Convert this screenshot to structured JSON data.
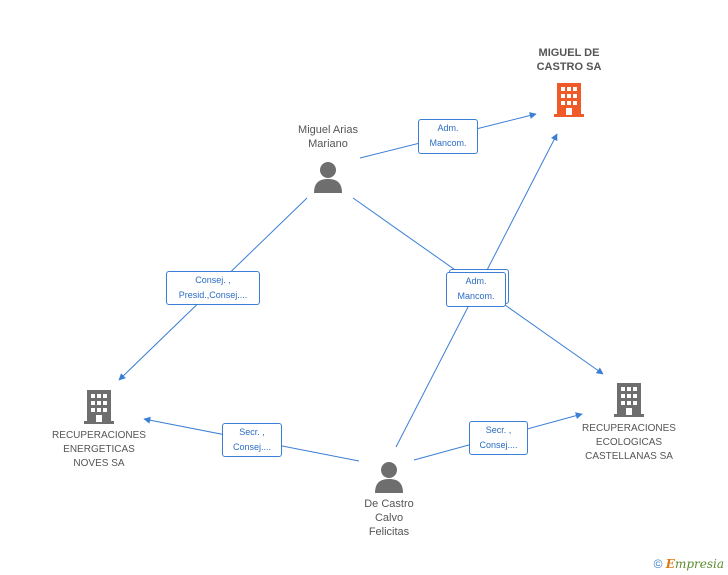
{
  "nodes": {
    "miguel_castro_sa": {
      "label": "MIGUEL DE\nCASTRO SA",
      "kind": "company",
      "focus": true,
      "color": "#f05a28"
    },
    "miguel_arias": {
      "label": "Miguel Arias\nMariano",
      "kind": "person",
      "color": "#6e6e6e"
    },
    "recuperaciones_energeticas": {
      "label": "RECUPERACIONES\nENERGETICAS\nNOVES SA",
      "kind": "company",
      "color": "#6e6e6e"
    },
    "recuperaciones_ecologicas": {
      "label": "RECUPERACIONES\nECOLOGICAS\nCASTELLANAS SA",
      "kind": "company",
      "color": "#6e6e6e"
    },
    "de_castro_calvo": {
      "label": "De Castro\nCalvo\nFelicitas",
      "kind": "person",
      "color": "#6e6e6e"
    }
  },
  "edges": [
    {
      "from": "miguel_arias",
      "to": "miguel_castro_sa",
      "label": "Adm.\nMancom."
    },
    {
      "from": "miguel_arias",
      "to": "recuperaciones_energeticas",
      "label": "Consej. ,\nPresid.,Consej...."
    },
    {
      "from": "miguel_arias",
      "to": "recuperaciones_ecologicas",
      "label": "Adm.\nMancom."
    },
    {
      "from": "de_castro_calvo",
      "to": "miguel_castro_sa",
      "label": "Adm.\nMancom."
    },
    {
      "from": "de_castro_calvo",
      "to": "recuperaciones_energeticas",
      "label": "Secr. ,\nConsej...."
    },
    {
      "from": "de_castro_calvo",
      "to": "recuperaciones_ecologicas",
      "label": "Secr. ,\nConsej...."
    }
  ],
  "footer": {
    "copyright": "©",
    "brand_initial": "E",
    "brand_rest": "mpresia"
  },
  "colors": {
    "edge": "#3a7fd5",
    "badge_text": "#2c6cc4"
  }
}
